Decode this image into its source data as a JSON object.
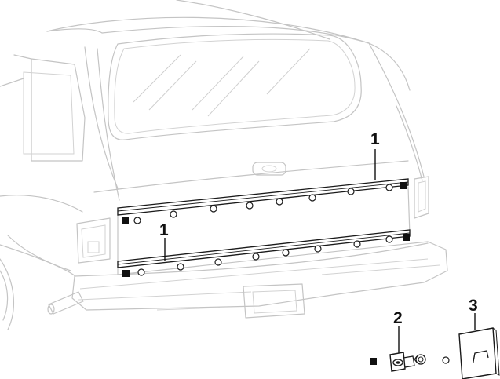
{
  "callouts": {
    "upper_molding": "1",
    "lower_molding": "1",
    "clip": "2",
    "sealer_pad": "3"
  },
  "colors": {
    "vehicle_outline": "#c4c4c4",
    "parts_outline": "#1a1a1a",
    "callout_text": "#111111",
    "background": "#ffffff"
  },
  "icons": {
    "clip_marker": "filled-square",
    "fastener_hole": "open-circle"
  }
}
